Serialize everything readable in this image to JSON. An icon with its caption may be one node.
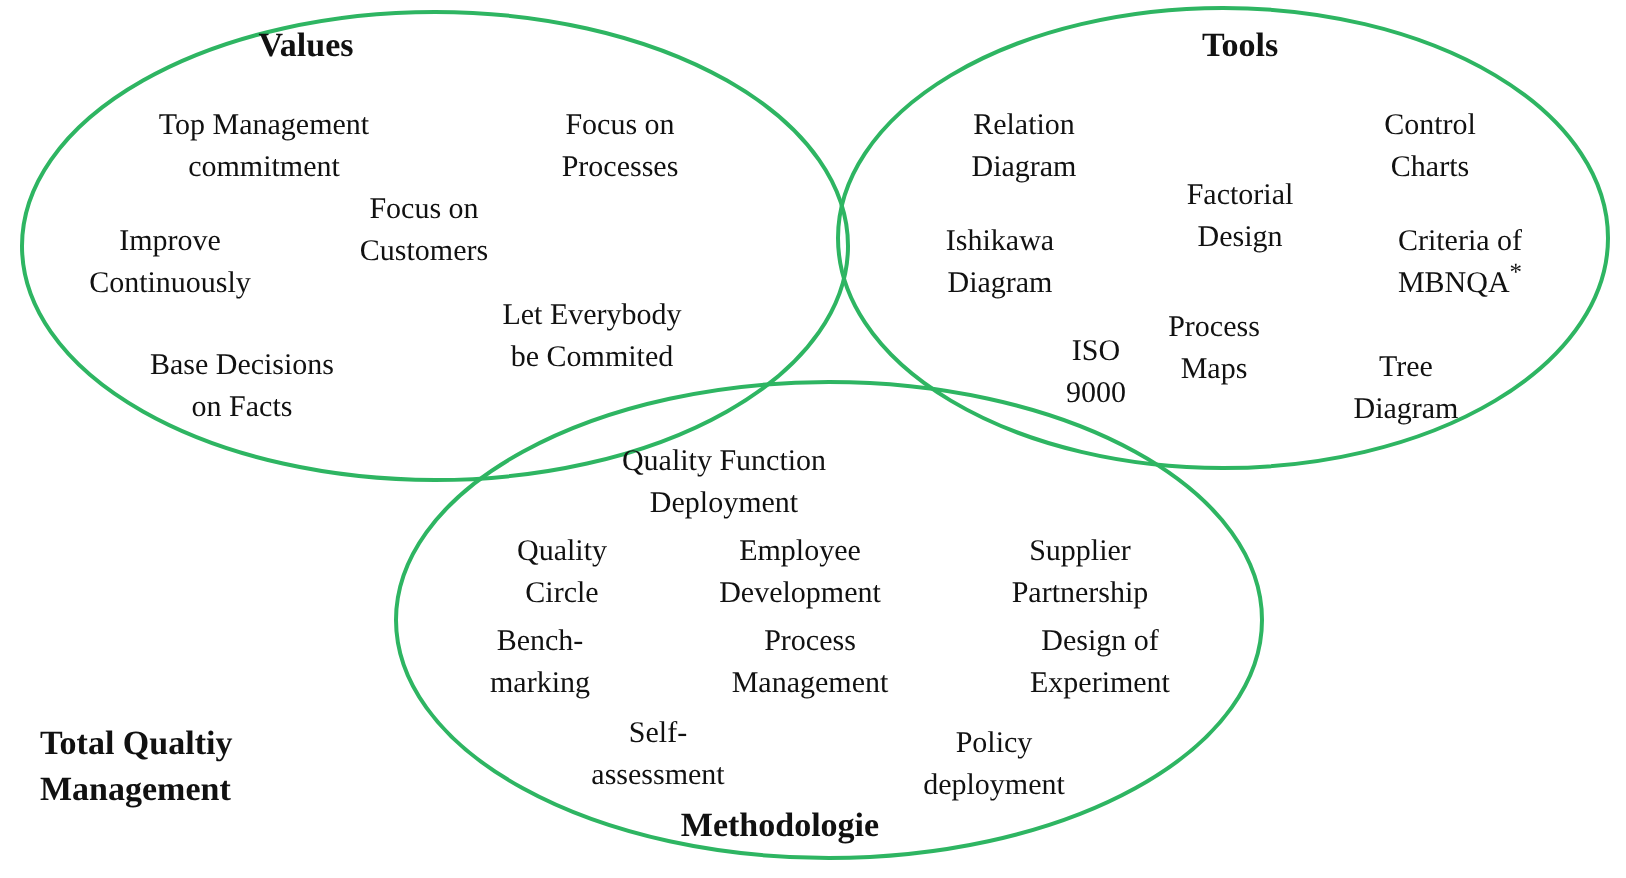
{
  "diagram": {
    "nodes": [
      {
        "text": [
          "Values",
          "Top Management commitment",
          "Focus on Processes",
          "Focus on Customers",
          "Improve Continuously",
          "Let Everybody be Commited",
          "Base Decisions on Facts"
        ]
      },
      {
        "text": [
          "Tools",
          "Relation Diagram",
          "Control Charts",
          "Factorial Design",
          "Ishikawa Diagram",
          "Criteria of MBNQA$^{*}$",
          "Process Maps",
          "ISO 9000",
          "Tree Diagram"
        ]
      },
      {
        "text": [
          "Quality Function Deployment",
          "Quality Circle",
          "Employee Development",
          "Supplier Partnership",
          "Bench- marking",
          "Process Management",
          "Design of Experiment",
          "Self- assessment",
          "Policy deployment",
          "Methodologie"
        ]
      }
    ],
    "edges": [],
    "labels": [
      "Total Qualtiy Management"
    ]
  }
}
